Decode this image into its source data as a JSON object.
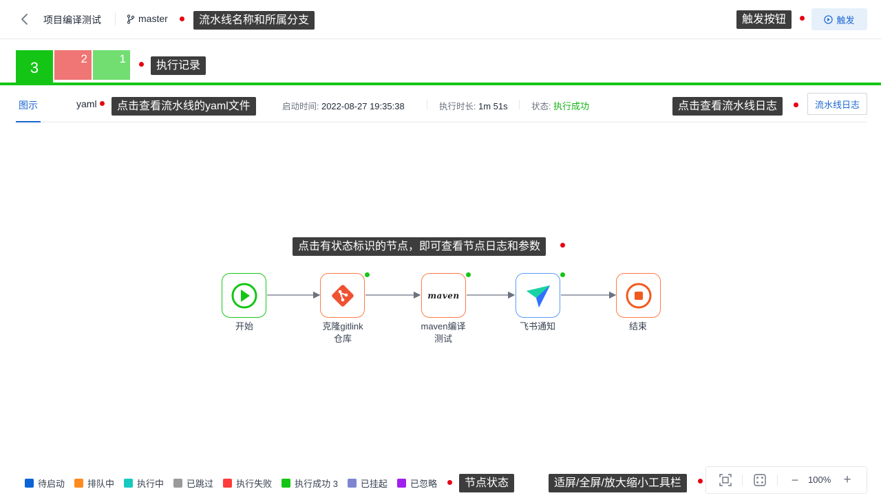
{
  "header": {
    "pipeline_name": "项目编译测试",
    "branch": "master",
    "trigger_label": "触发"
  },
  "runs": [
    {
      "number": "3",
      "status": "success",
      "color": "#15c515"
    },
    {
      "number": "2",
      "status": "failed",
      "color": "#f07575"
    },
    {
      "number": "1",
      "status": "success",
      "color": "#72de72"
    }
  ],
  "infobar": {
    "tab_diagram": "图示",
    "yaml_link": "yaml",
    "start_time_label": "启动时间:",
    "start_time": "2022-08-27 19:35:38",
    "duration_label": "执行时长:",
    "duration": "1m 51s",
    "status_label": "状态:",
    "status": "执行成功",
    "log_button": "流水线日志"
  },
  "nodes": [
    {
      "label": "开始",
      "icon": "play-circle-icon",
      "border": "#15c515",
      "status_dot": false
    },
    {
      "label": "克隆gitlink\n仓库",
      "icon": "git-icon",
      "border": "#ff7a45",
      "status_dot": true
    },
    {
      "label": "maven编译\n测试",
      "icon": "maven-icon",
      "border": "#ff7a45",
      "status_dot": true
    },
    {
      "label": "飞书通知",
      "icon": "feishu-icon",
      "border": "#5b9cf5",
      "status_dot": true
    },
    {
      "label": "结束",
      "icon": "stop-circle-icon",
      "border": "#ff7a45",
      "status_dot": false
    }
  ],
  "maven_text": "maven",
  "legend": [
    {
      "label": "待启动",
      "color": "#0a64d6"
    },
    {
      "label": "排队中",
      "color": "#ff8a1f"
    },
    {
      "label": "执行中",
      "color": "#17c9c0"
    },
    {
      "label": "已跳过",
      "color": "#9a9a9a"
    },
    {
      "label": "执行失败",
      "color": "#ff3b3b"
    },
    {
      "label": "执行成功 3",
      "color": "#15c515"
    },
    {
      "label": "已挂起",
      "color": "#7f86cf"
    },
    {
      "label": "已忽略",
      "color": "#a020f0"
    }
  ],
  "toolbar": {
    "zoom": "100%",
    "zoom_out": "−",
    "zoom_in": "+"
  },
  "annotations": {
    "name_branch": "流水线名称和所属分支",
    "trigger": "触发按钮",
    "records": "执行记录",
    "yaml": "点击查看流水线的yaml文件",
    "log": "点击查看流水线日志",
    "nodes": "点击有状态标识的节点，即可查看节点日志和参数",
    "node_status": "节点状态",
    "toolbar": "适屏/全屏/放大缩小工具栏"
  },
  "colors": {
    "accent": "#1a66d1",
    "success": "#15c515",
    "annotation_bg": "#3d3d3d",
    "annotation_dot": "#e60012"
  }
}
